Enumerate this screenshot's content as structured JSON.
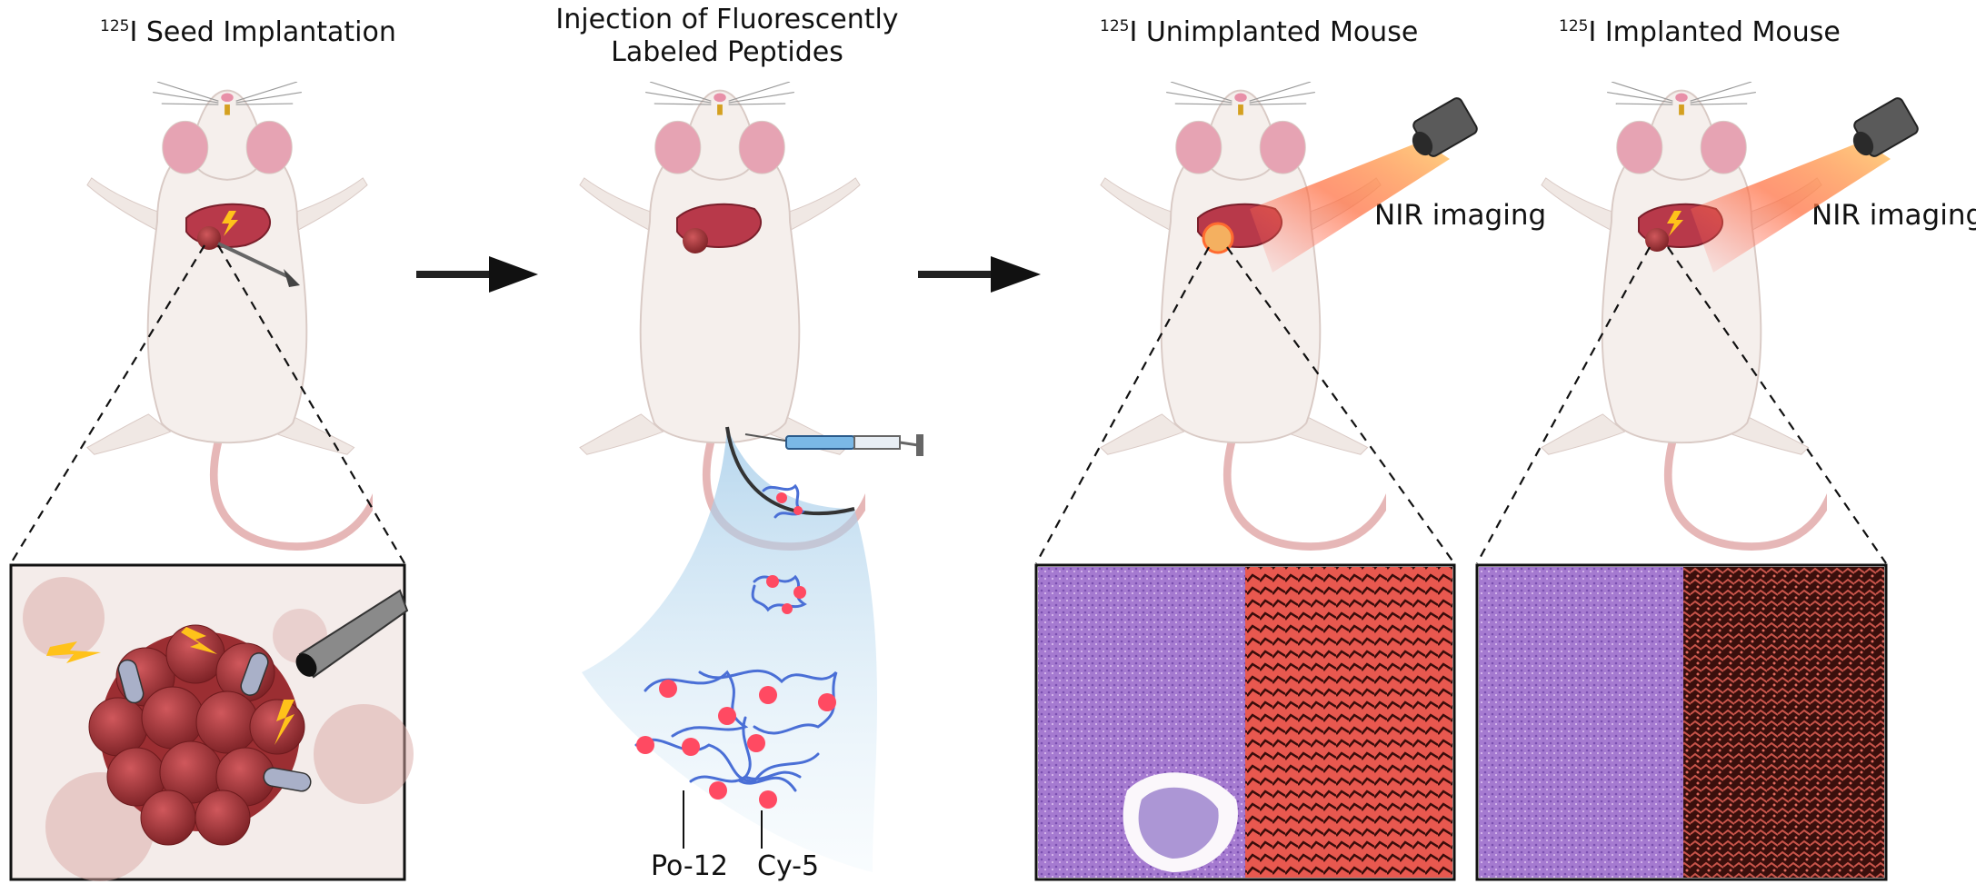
{
  "panels": [
    {
      "isotope": "125",
      "title": "I Seed Implantation"
    },
    {
      "title_line1": "Injection of Fluorescently",
      "title_line2": "Labeled Peptides"
    },
    {
      "isotope": "125",
      "title": "I Unimplanted Mouse",
      "device_label": "NIR imaging"
    },
    {
      "isotope": "125",
      "title": "I Implanted Mouse",
      "device_label": "NIR imaging"
    }
  ],
  "legend": {
    "peptide": "Po-12",
    "dye": "Cy-5"
  },
  "colors": {
    "liver": "#b8394a",
    "tumor": "#a83a3c",
    "peptide_chain": "#4a6fd6",
    "cy5_dot": "#ff4a62",
    "he_stain": "#a27bd0",
    "nir_stain": "#e8584f",
    "beam": "#ff8a3a"
  }
}
